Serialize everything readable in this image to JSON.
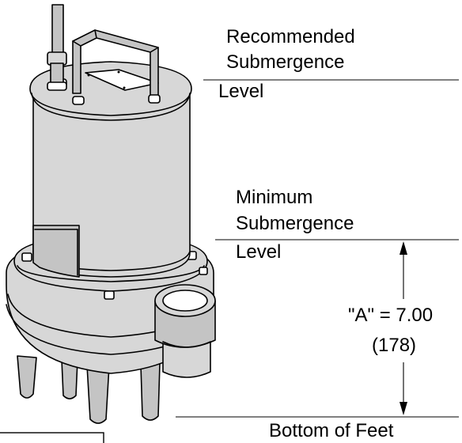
{
  "labels": {
    "recommended": [
      "Recommended",
      "Submergence",
      "Level"
    ],
    "minimum": [
      "Minimum",
      "Submergence",
      "Level"
    ],
    "dimension_value": "\"A\" = 7.00",
    "dimension_metric": "(178)",
    "bottom": "Bottom of Feet"
  },
  "colors": {
    "ink": "#000000",
    "body_shade": "#d7d7d7",
    "body_shade_dark": "#c4c4c4",
    "background": "#ffffff"
  }
}
